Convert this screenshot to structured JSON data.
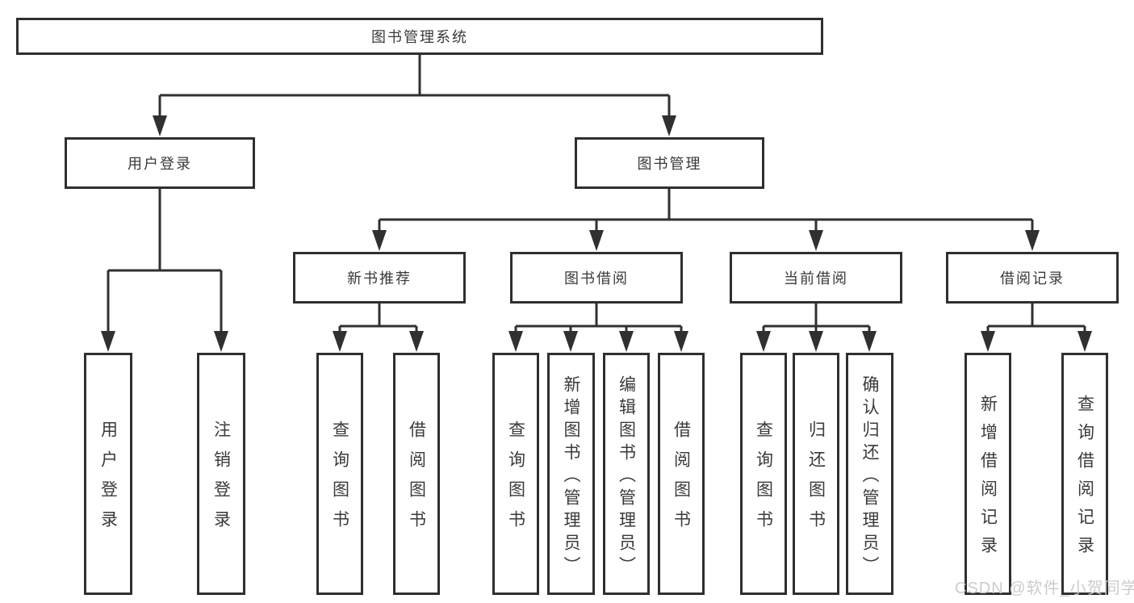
{
  "colors": {
    "line": "#303030",
    "box_border": "#2f2f2f",
    "text": "#3a3a3a",
    "watermark": "#c9c9c9"
  },
  "nodes": {
    "root": "图书管理系统",
    "user_login": "用户登录",
    "book_mgmt": "图书管理",
    "new_book_rec": "新书推荐",
    "book_borrow": "图书借阅",
    "current_borrow": "当前借阅",
    "borrow_records": "借阅记录",
    "leaf_user_login": "用户登录",
    "leaf_logout": "注销登录",
    "rec_query_books": "查询图书",
    "rec_borrow_books": "借阅图书",
    "bor_query_books": "查询图书",
    "bor_add_books": "新增图书（管理员）",
    "bor_edit_books": "编辑图书（管理员）",
    "bor_borrow_books": "借阅图书",
    "cur_query_books": "查询图书",
    "cur_return_books": "归还图书",
    "cur_confirm_return": "确认归还（管理员）",
    "log_add_record": "新增借阅记录",
    "log_query_record": "查询借阅记录"
  },
  "watermark": {
    "text": "CSDN @软件_小贺同学"
  }
}
